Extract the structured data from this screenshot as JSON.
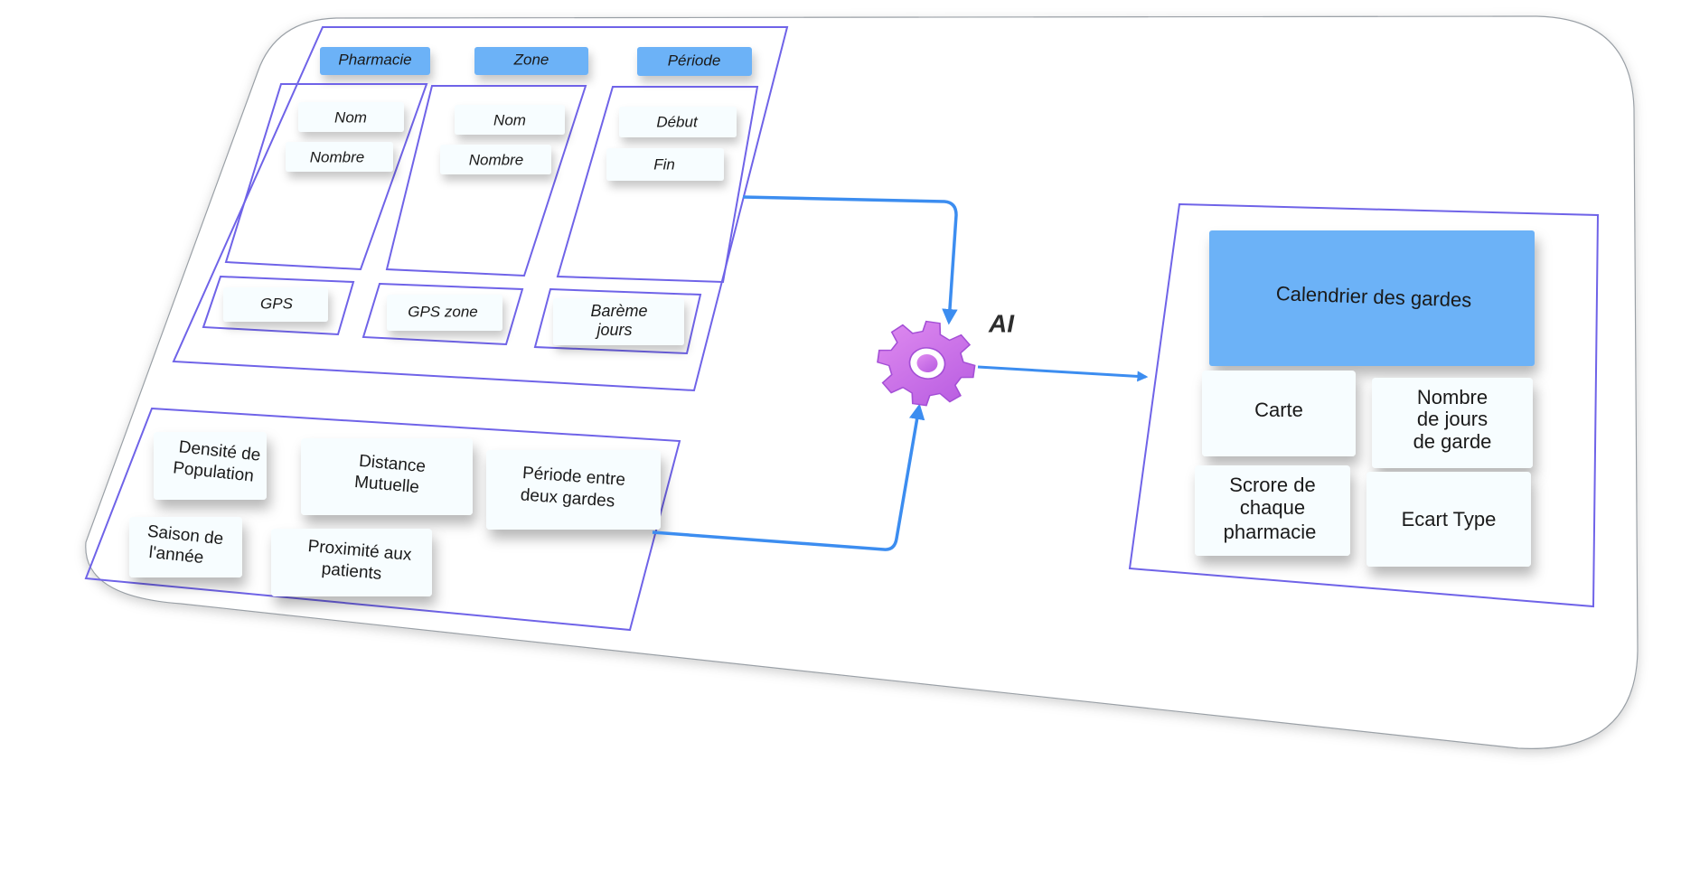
{
  "input_panel": {
    "pharmacie": {
      "header": "Pharmacie",
      "fields": [
        "Nom",
        "Nombre"
      ],
      "footer": "GPS"
    },
    "zone": {
      "header": "Zone",
      "fields": [
        "Nom",
        "Nombre"
      ],
      "footer": "GPS zone"
    },
    "periode": {
      "header": "Période",
      "fields": [
        "Début",
        "Fin"
      ],
      "footer_line1": "Barème",
      "footer_line2": "jours"
    }
  },
  "factors_panel": {
    "densite_l1": "Densité de",
    "densite_l2": "Population",
    "distance_l1": "Distance",
    "distance_l2": "Mutuelle",
    "periode_l1": "Période entre",
    "periode_l2": "deux gardes",
    "saison_l1": "Saison de",
    "saison_l2": "l'année",
    "proximite_l1": "Proximité aux",
    "proximite_l2": "patients"
  },
  "engine": {
    "label": "AI",
    "icon": "gear-icon",
    "color": "#c46be8"
  },
  "output_panel": {
    "calendrier": "Calendrier des gardes",
    "carte": "Carte",
    "nombre_l1": "Nombre",
    "nombre_l2": "de jours",
    "nombre_l3": "de garde",
    "score_l1": "Scrore de",
    "score_l2": "chaque",
    "score_l3": "pharmacie",
    "ecart": "Ecart Type"
  },
  "colors": {
    "frame": "#6f63e8",
    "header_blue": "#6cb2f7",
    "arrow": "#3c8df0"
  }
}
